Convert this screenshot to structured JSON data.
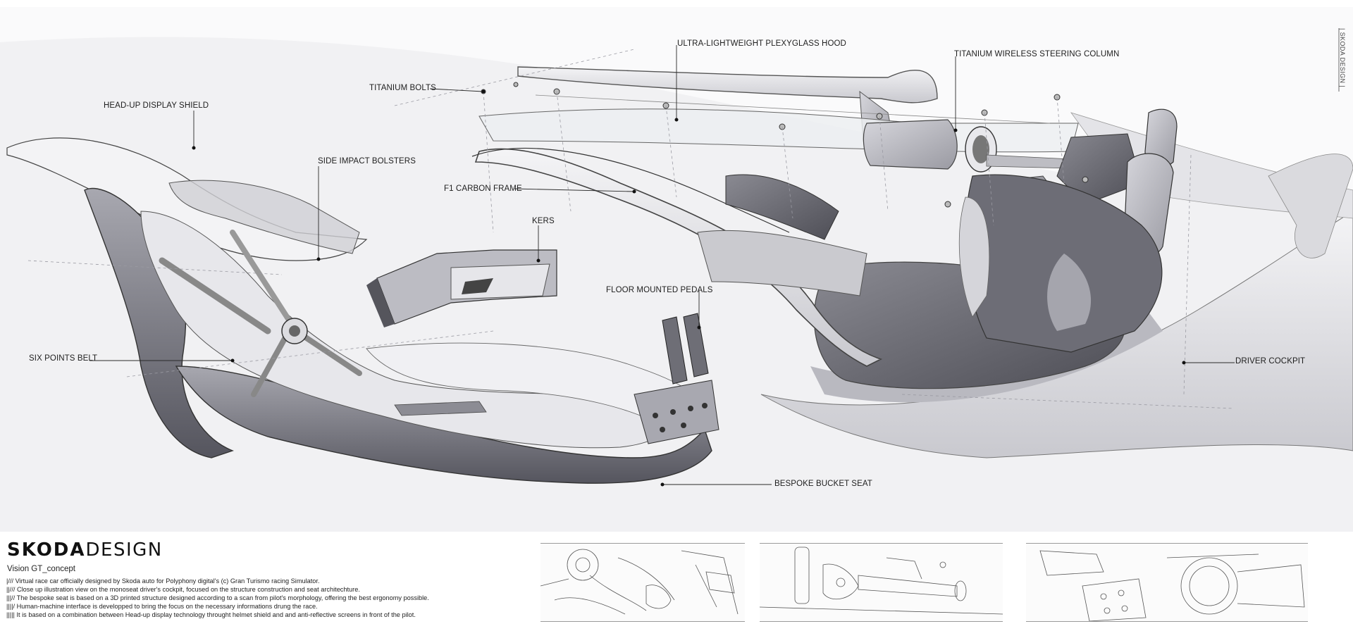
{
  "callouts": {
    "hud_shield": "HEAD-UP DISPLAY SHIELD",
    "side_bolsters": "SIDE IMPACT BOLSTERS",
    "six_points_belt": "SIX POINTS BELT",
    "titanium_bolts": "TITANIUM BOLTS",
    "hood": "ULTRA-LIGHTWEIGHT PLEXYGLASS HOOD",
    "steering_column": "TITANIUM WIRELESS STEERING COLUMN",
    "carbon_frame": "F1 CARBON FRAME",
    "kers": "KERS",
    "pedals": "FLOOR MOUNTED PEDALS",
    "bucket_seat": "BESPOKE BUCKET SEAT",
    "driver_cockpit": "DRIVER COCKPIT"
  },
  "side_tag": "| SKODA DESIGN |",
  "brand": {
    "part1": "SKODA",
    "part2": "DESIGN"
  },
  "subtitle": "Vision GT_concept",
  "description": [
    "|/// Virtual race car officially designed by Skoda auto for Polyphony digital's (c) Gran Turismo racing Simulator.",
    "||/// Close up illustration view on the monoseat driver's cockpit, focused on the structure construction and seat architechture.",
    "|||// The bespoke seat is based on a 3D printed structure designed according to a scan from pilot's morphology, offering the best ergonomy possible.",
    "||||/ Human-machine interface is developped to bring the focus on the necessary informations drung the race.",
    "||||| It is based on a combination between Head-up display technology throught helmet shield and and anti-reflective screens in front of the pilot."
  ],
  "thumbnails": [
    {
      "subject": "driver-hands-sketch"
    },
    {
      "subject": "steering-column-sketch"
    },
    {
      "subject": "wheel-hub-sketch"
    }
  ]
}
